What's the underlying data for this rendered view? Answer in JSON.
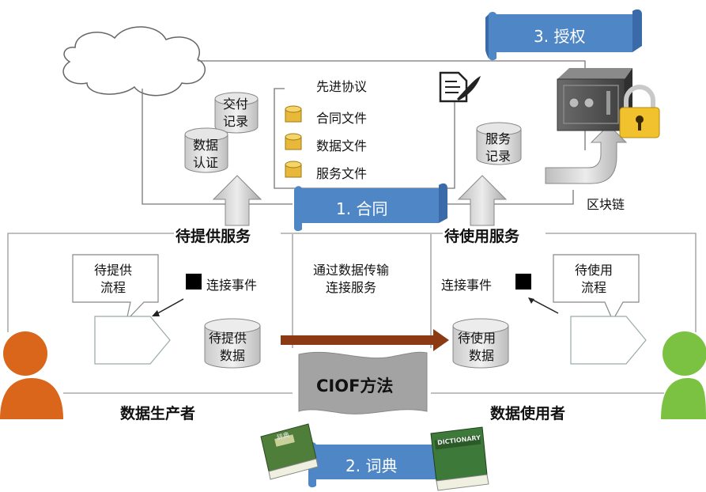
{
  "banners": {
    "authorize": "3. 授权",
    "contract": "1. 合同",
    "dictionary": "2. 词典",
    "ciof": "CIOF方法"
  },
  "contract_items": {
    "advanced_agreement": "先进协议",
    "contract_file": "合同文件",
    "data_file": "数据文件",
    "service_file": "服务文件"
  },
  "cylinders": {
    "delivery_record": [
      "交付",
      "记录"
    ],
    "data_auth": [
      "数据",
      "认证"
    ],
    "service_record": [
      "服务",
      "记录"
    ],
    "provide_data": [
      "待提供",
      "数据"
    ],
    "use_data": [
      "待使用",
      "数据"
    ]
  },
  "labels": {
    "blockchain": "区块链",
    "provide_service": "待提供服务",
    "use_service": "待使用服务",
    "transfer": [
      "通过数据传输",
      "连接服务"
    ],
    "connect_event_left": "连接事件",
    "connect_event_right": "连接事件",
    "provide_flow": [
      "待提供",
      "流程"
    ],
    "use_flow": [
      "待使用",
      "流程"
    ],
    "producer": "数据生产者",
    "consumer": "数据使用者",
    "book_left_title": "辞典",
    "book_right_title": "DICTIONARY"
  },
  "colors": {
    "banner_blue": "#4f86c6",
    "banner_blue_dark": "#3a6aa8",
    "producer_orange": "#d9661a",
    "consumer_green": "#7cc242",
    "arrow_brown": "#8b3a14",
    "file_yellow": "#e8b83a",
    "lock_gold": "#f2c12e",
    "book_green": "#3d7a3a"
  },
  "icons": {
    "document": "document-signature-icon",
    "safe": "safe-icon",
    "lock": "padlock-icon"
  }
}
